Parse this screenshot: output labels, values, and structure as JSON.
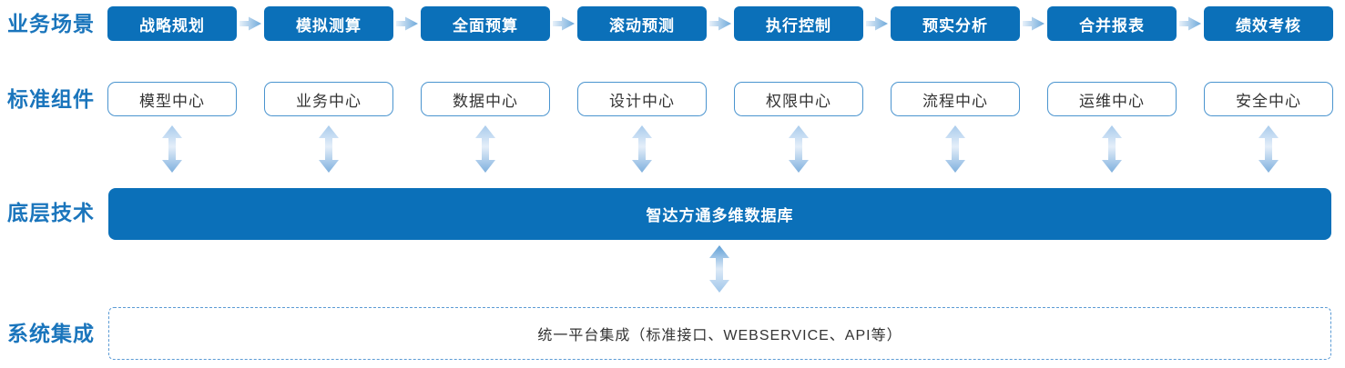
{
  "palette": {
    "primary_blue": "#0b70b9",
    "label_blue": "#1a75bc",
    "box_border_blue": "#4a94cf",
    "dashed_border_blue": "#5b9bd5",
    "body_text": "#333333",
    "arrow_light_blue": "#dce9f7",
    "arrow_deep_blue": "#6ea9da"
  },
  "icons": {
    "flow_arrow": "right-arrow-icon",
    "link_arrow": "double-vertical-arrow-icon",
    "db_link_arrow": "double-vertical-arrow-icon"
  },
  "rows": {
    "business": {
      "label": "业务场景",
      "items": [
        "战略规划",
        "模拟测算",
        "全面预算",
        "滚动预测",
        "执行控制",
        "预实分析",
        "合并报表",
        "绩效考核"
      ]
    },
    "components": {
      "label": "标准组件",
      "items": [
        "模型中心",
        "业务中心",
        "数据中心",
        "设计中心",
        "权限中心",
        "流程中心",
        "运维中心",
        "安全中心"
      ]
    },
    "technology": {
      "label": "底层技术",
      "bar_text": "智达方通多维数据库"
    },
    "integration": {
      "label": "系统集成",
      "box_text": "统一平台集成（标准接口、WEBSERVICE、API等）"
    }
  }
}
